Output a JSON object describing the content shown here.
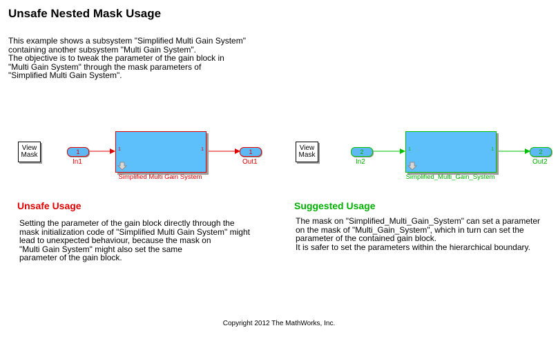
{
  "title": "Unsafe Nested Mask Usage",
  "intro": "This example shows a subsystem \"Simplified Multi Gain System\"\ncontaining another subsystem \"Multi Gain System\".\nThe objective is to tweak the parameter of the gain block in\n\"Multi Gain System\" through the mask parameters of\n\"Simplified Multi Gain System\".",
  "left": {
    "view_mask": "View\nMask",
    "in_port": {
      "num": "1",
      "label": "In1"
    },
    "out_port": {
      "num": "1",
      "label": "Out1"
    },
    "subsystem": {
      "label": "Simplified Multi Gain System",
      "in_num": "1",
      "out_num": "1"
    },
    "heading": "Unsafe Usage",
    "description": "Setting the parameter of the gain block directly through the\nmask initialization code of \"Simplified Multi Gain System\" might\nlead to unexpected behaviour, because the mask on\n\"Multi Gain System\" might also set the same\nparameter of the gain block."
  },
  "right": {
    "view_mask": "View\nMask",
    "in_port": {
      "num": "2",
      "label": "In2"
    },
    "out_port": {
      "num": "2",
      "label": "Out2"
    },
    "subsystem": {
      "label": "Simplified_Multi_Gain_System",
      "in_num": "1",
      "out_num": "1"
    },
    "heading": "Suggested Usage",
    "description": "The mask on \"Simplified_Multi_Gain_System\" can set a parameter\non the mask of \"Multi_Gain_System\", which in turn can set the\nparameter of the contained gain block.\nIt is safer to set the parameters within the hierarchical boundary."
  },
  "copyright": "Copyright 2012 The MathWorks, Inc.",
  "colors": {
    "unsafe": "#e00000",
    "suggested": "#00b000",
    "block_fill": "#5ec0fb"
  }
}
